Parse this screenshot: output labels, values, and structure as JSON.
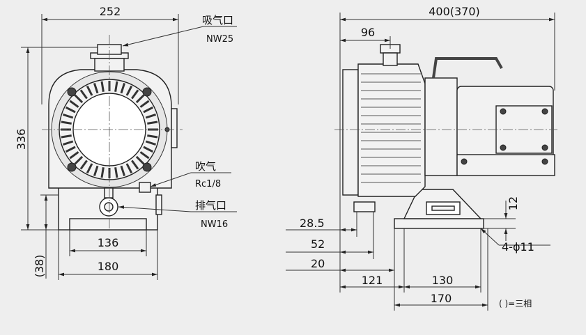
{
  "front": {
    "width_top": "252",
    "height": "336",
    "base_inner": "136",
    "base_outer": "180",
    "base_height": "(38)"
  },
  "side": {
    "length": "400(370)",
    "inlet_offset": "96",
    "d1": "28.5",
    "d2": "52",
    "d3": "20",
    "d4": "121",
    "d5": "130",
    "d6": "170",
    "foot_height": "12",
    "holes": "4-ϕ11"
  },
  "labels": {
    "intake": "吸气口",
    "intake_spec": "NW25",
    "purge": "吹气",
    "purge_spec": "Rc1/8",
    "exhaust": "排气口",
    "exhaust_spec": "NW16"
  },
  "legend": "(  )=三相"
}
